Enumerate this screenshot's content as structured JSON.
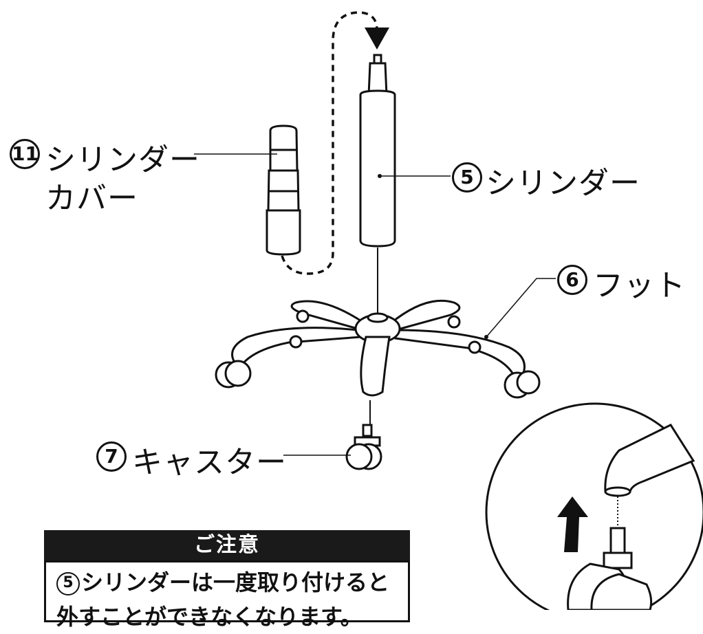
{
  "parts": {
    "cover": {
      "number": "11",
      "line1": "シリンダー",
      "line2": "カバー"
    },
    "cylinder": {
      "number": "5",
      "label": "シリンダー"
    },
    "foot": {
      "number": "6",
      "label": "フット"
    },
    "caster": {
      "number": "7",
      "label": "キャスター"
    }
  },
  "caution": {
    "title": "ご注意",
    "number": "5",
    "line1": "シリンダーは一度取り付けると",
    "line2": "外すことができなくなります。"
  }
}
